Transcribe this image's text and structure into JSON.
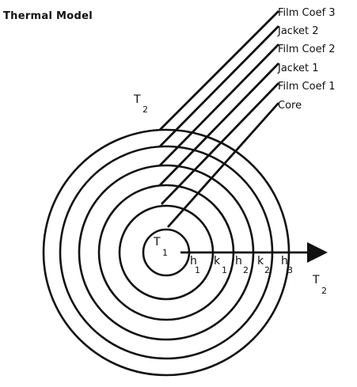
{
  "title": "Thermal Model",
  "layers": [
    "Film Coef 3",
    "Jacket 2",
    "Film Coef 2",
    "Jacket 1",
    "Film Coef 1",
    "Core"
  ],
  "core_temperature": {
    "symbol": "T",
    "subscript": "1"
  },
  "outer_temperature": {
    "symbol": "T",
    "subscript": "2"
  },
  "radial_markers": [
    {
      "symbol": "h",
      "subscript": "1"
    },
    {
      "symbol": "k",
      "subscript": "1"
    },
    {
      "symbol": "h",
      "subscript": "2"
    },
    {
      "symbol": "k",
      "subscript": "2"
    },
    {
      "symbol": "h",
      "subscript": "3"
    }
  ]
}
